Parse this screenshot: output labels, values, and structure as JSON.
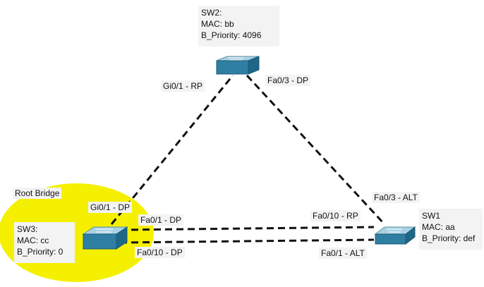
{
  "colors": {
    "root_bridge_highlight": "#f5f000",
    "link": "#111111",
    "switch_top": "#7fb6cc",
    "switch_front": "#2f7fa3"
  },
  "root_bridge_label": "Root Bridge",
  "switches": {
    "sw1": {
      "name": "SW1",
      "mac": "MAC: aa",
      "priority": "B_Priority: def",
      "icon": "switch-icon"
    },
    "sw2": {
      "name": "SW2:",
      "mac": "MAC: bb",
      "priority": "B_Priority: 4096",
      "icon": "switch-icon"
    },
    "sw3": {
      "name": "SW3:",
      "mac": "MAC: cc",
      "priority": "B_Priority: 0",
      "icon": "switch-icon"
    }
  },
  "ports": {
    "sw2_gi01": "Gi0/1 - RP",
    "sw2_fa03": "Fa0/3 - DP",
    "sw3_gi01": "Gi0/1 - DP",
    "sw3_fa01": "Fa0/1 - DP",
    "sw3_fa010": "Fa0/10 - DP",
    "sw1_fa03": "Fa0/3 - ALT",
    "sw1_fa010": "Fa0/10 - RP",
    "sw1_fa01": "Fa0/1 - ALT"
  }
}
